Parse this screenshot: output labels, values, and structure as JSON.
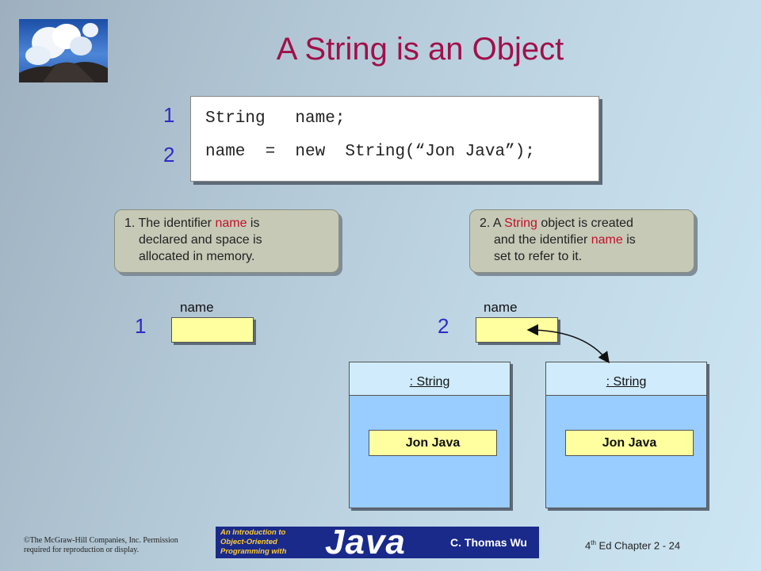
{
  "title": "A String is an Object",
  "code": {
    "line1_num": "1",
    "line2_num": "2",
    "line1": "String   name;",
    "line2": "name  =  new  String(“Jon Java”);"
  },
  "callout1": {
    "num": "1.",
    "text_a": "The identifier ",
    "keyword": "name",
    "text_b": " is",
    "line2": "declared and space is",
    "line3": "allocated in memory."
  },
  "callout2": {
    "num": "2.",
    "text_a": "A ",
    "keyword1": "String",
    "text_b": " object is created",
    "line2_a": "and the identifier ",
    "keyword2": "name",
    "line2_b": " is",
    "line3": "set to refer to it."
  },
  "state1": {
    "num": "1",
    "var_label": "name"
  },
  "state2": {
    "num": "2",
    "var_label": "name"
  },
  "objects": [
    {
      "type": ": String",
      "value": "Jon Java"
    },
    {
      "type": ": String",
      "value": "Jon Java"
    }
  ],
  "footer": {
    "copyright_line1": "©The McGraw-Hill Companies, Inc. Permission",
    "copyright_line2": "required for reproduction or display.",
    "banner_line1": "An Introduction to",
    "banner_line2": "Object-Oriented",
    "banner_line3": "Programming with",
    "banner_java": "Java",
    "banner_author": "C. Thomas Wu",
    "edition_num": "4",
    "edition_sup": "th",
    "edition_text": " Ed Chapter 2 - 24"
  },
  "colors": {
    "title": "#a0104a",
    "step_number": "#2c2cc4",
    "keyword": "#c4102a",
    "variable_box": "#ffffa0",
    "object_body": "#99ccff",
    "object_header": "#d0ecfc",
    "callout": "#c5c9b6"
  }
}
